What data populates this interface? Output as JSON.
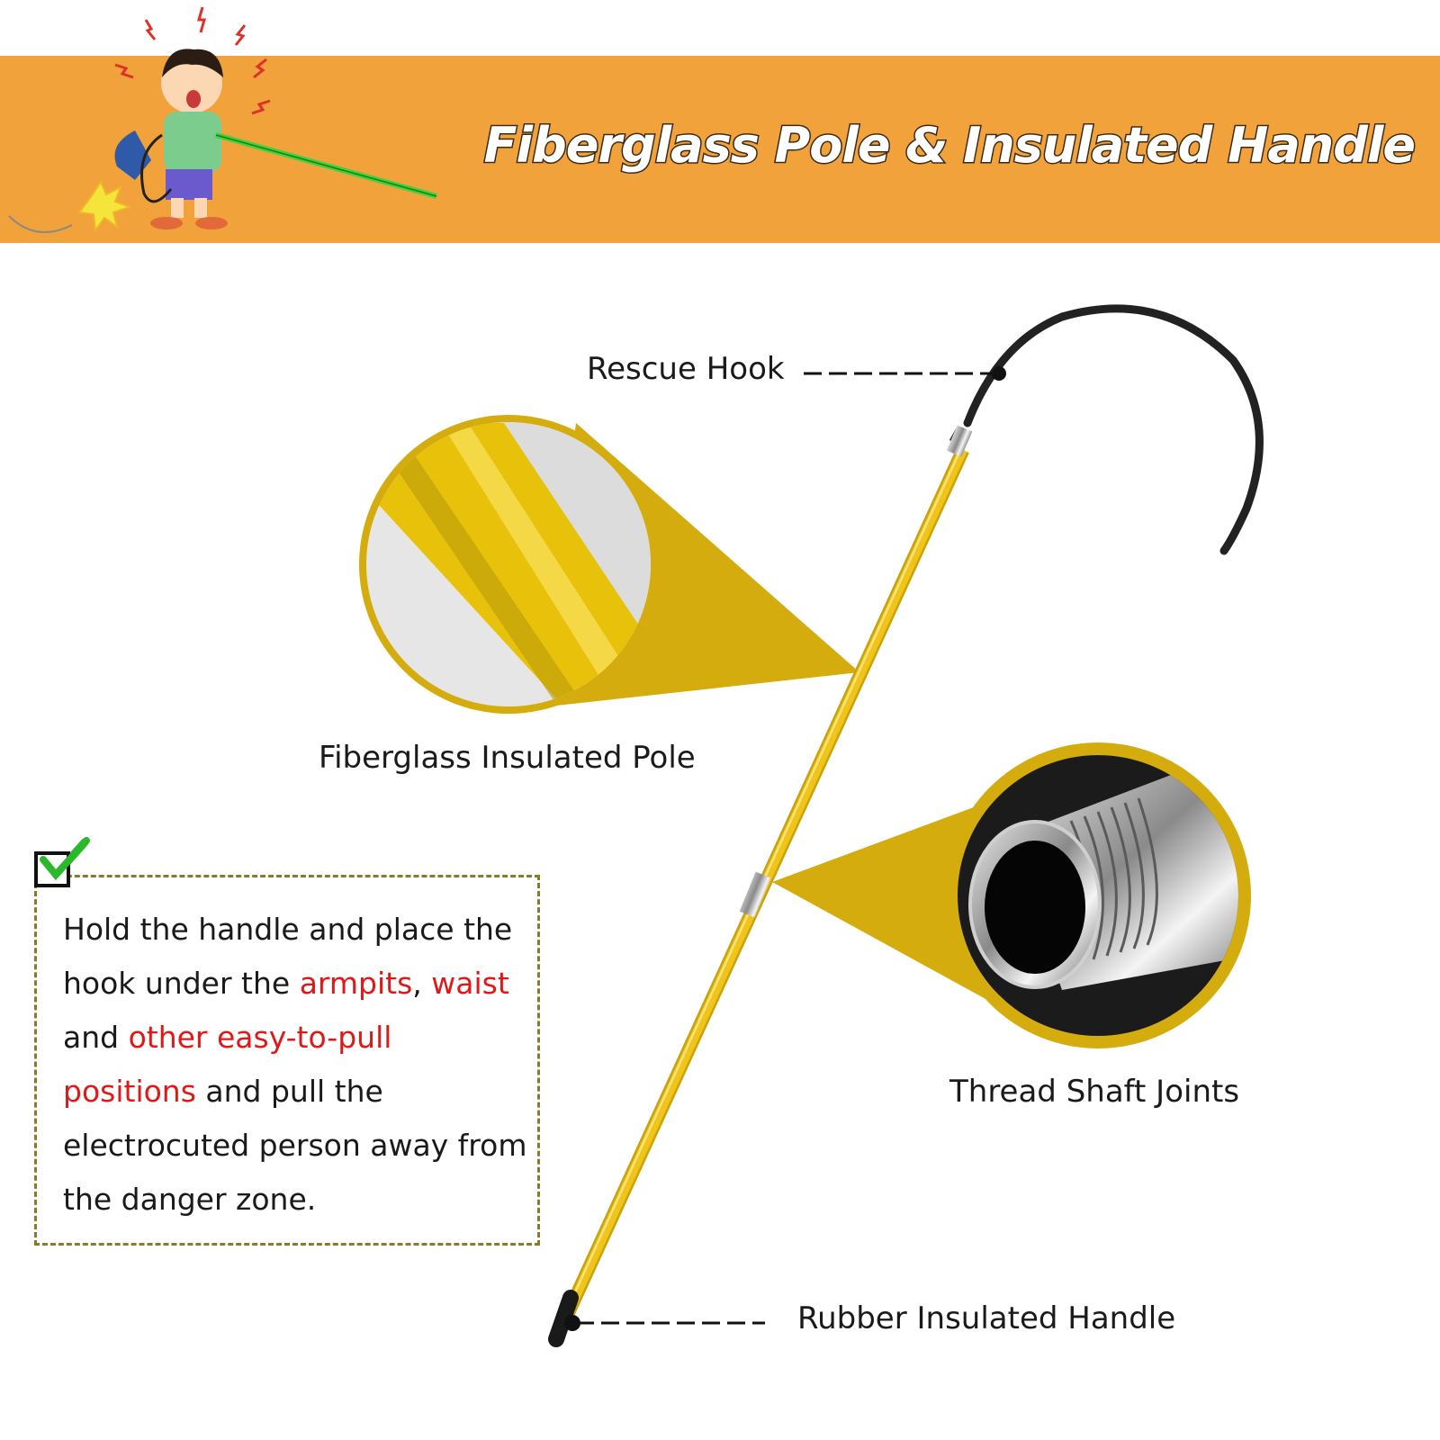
{
  "banner": {
    "title": "Fiberglass Pole & Insulated Handle",
    "colors": {
      "background": "#f2a23a",
      "title": "#ffffff",
      "title_outline": "#3a2a16"
    },
    "illustration": "boy-electric-shock-illustration"
  },
  "labels": {
    "rescue_hook": "Rescue Hook",
    "fiberglass_pole": "Fiberglass Insulated Pole",
    "thread_joints": "Thread Shaft Joints",
    "rubber_handle": "Rubber Insulated Handle"
  },
  "callouts": {
    "pole_zoom": {
      "name": "fiberglass-pole-zoom",
      "color": "#d4ac0d"
    },
    "joint_zoom": {
      "name": "thread-joint-zoom",
      "color": "#d4ac0d"
    }
  },
  "note": {
    "icon": "green-check-icon",
    "segments": [
      {
        "text": "Hold the handle and place the hook under the ",
        "highlight": false
      },
      {
        "text": "armpits",
        "highlight": true
      },
      {
        "text": ", ",
        "highlight": false
      },
      {
        "text": "waist",
        "highlight": true
      },
      {
        "text": " and ",
        "highlight": false
      },
      {
        "text": "other easy-to-pull positions",
        "highlight": true
      },
      {
        "text": " and pull the electrocuted person away from the danger zone.",
        "highlight": false
      }
    ],
    "highlight_color": "#e01818",
    "border_color": "#8c7a2a"
  },
  "colors": {
    "pole": "#f0c419",
    "hook": "#222222"
  }
}
